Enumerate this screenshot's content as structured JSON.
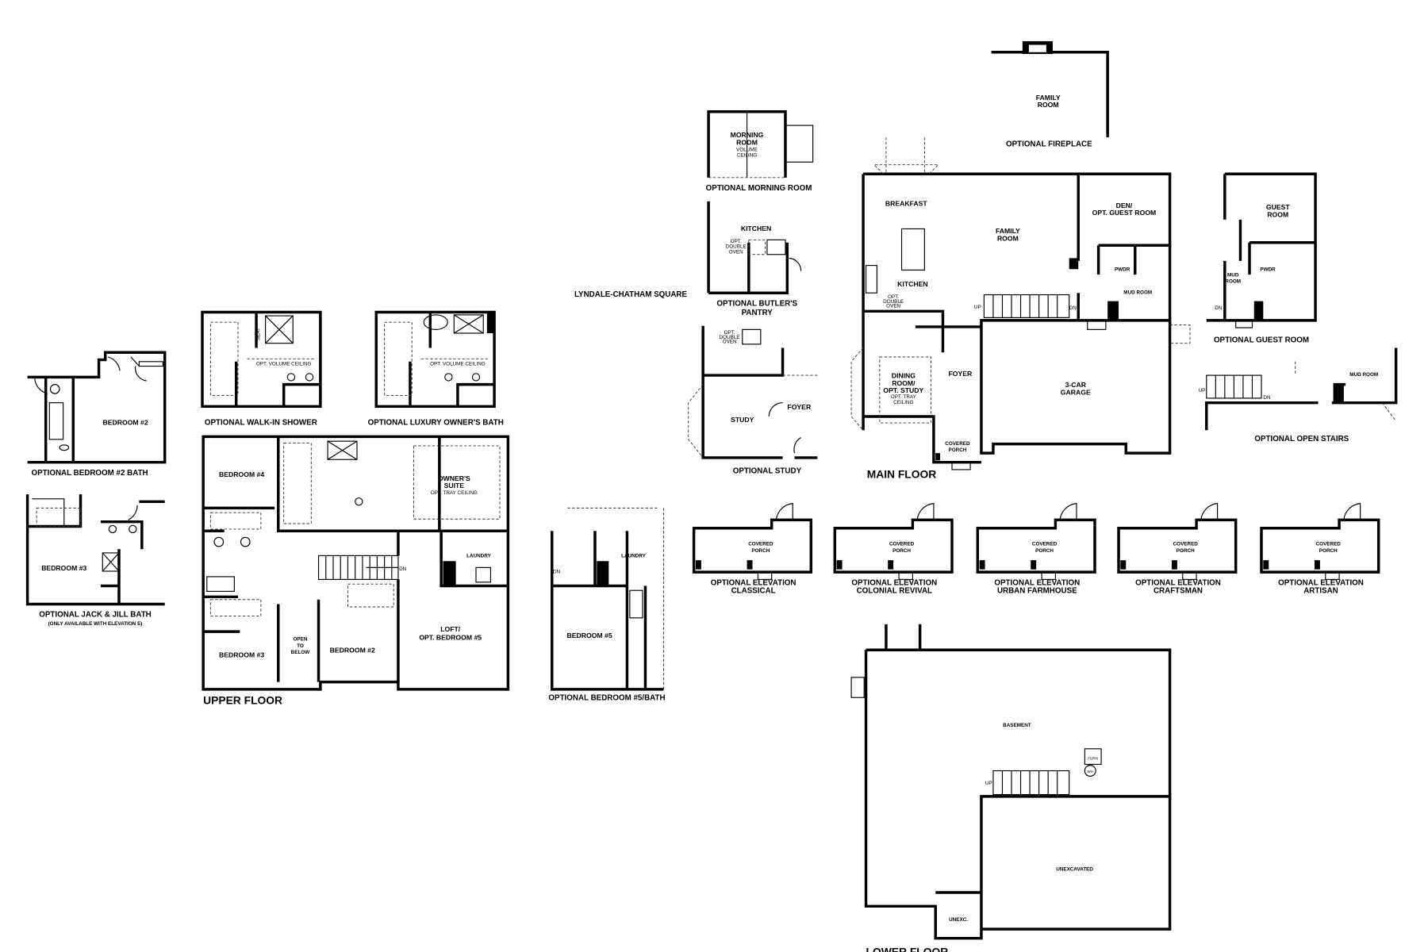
{
  "plan_title": "LYNDALE-CHATHAM SQUARE",
  "floors": {
    "main": "MAIN FLOOR",
    "upper": "UPPER FLOOR",
    "lower": "LOWER FLOOR"
  },
  "opt_bed2_bath": {
    "room": "BEDROOM #2",
    "caption": "OPTIONAL BEDROOM #2 BATH"
  },
  "opt_jack_jill": {
    "room": "BEDROOM #3",
    "caption": "OPTIONAL JACK & JILL BATH",
    "note": "(ONLY AVAILABLE WITH ELEVATION E)"
  },
  "opt_walkin_shower": {
    "seat": "SEAT",
    "ceiling": "OPT. VOLUME CEILING",
    "caption": "OPTIONAL WALK-IN SHOWER"
  },
  "opt_luxury_bath": {
    "ceiling": "OPT. VOLUME CEILING",
    "caption": "OPTIONAL LUXURY OWNER'S BATH"
  },
  "upper": {
    "bedroom4": "BEDROOM #4",
    "owners_suite": [
      "OWNER'S",
      "SUITE"
    ],
    "owners_ceiling": "OPT. TRAY CEILING",
    "laundry": "LAUNDRY",
    "dn": "DN",
    "loft": [
      "LOFT/",
      "OPT. BEDROOM #5"
    ],
    "bedroom2": "BEDROOM #2",
    "open_below": [
      "OPEN",
      "TO",
      "BELOW"
    ],
    "bedroom3": "BEDROOM #3"
  },
  "opt_bed5": {
    "laundry": "LAUNDRY",
    "room": "BEDROOM #5",
    "dn": "DN",
    "caption": "OPTIONAL BEDROOM #5/BATH"
  },
  "opt_morning": {
    "room": [
      "MORNING",
      "ROOM"
    ],
    "sub": [
      "VOLUME",
      "CEILING"
    ],
    "caption": "OPTIONAL MORNING ROOM"
  },
  "opt_butler": {
    "kitchen": "KITCHEN",
    "oven": [
      "OPT.",
      "DOUBLE",
      "OVEN"
    ],
    "caption": [
      "OPTIONAL BUTLER'S",
      "PANTRY"
    ]
  },
  "opt_study": {
    "oven": [
      "OPT.",
      "DOUBLE",
      "OVEN"
    ],
    "study": "STUDY",
    "foyer": "FOYER",
    "caption": "OPTIONAL STUDY"
  },
  "opt_fireplace": {
    "room": [
      "FAMILY",
      "ROOM"
    ],
    "caption": "OPTIONAL FIREPLACE"
  },
  "main": {
    "breakfast": "BREAKFAST",
    "family": [
      "FAMILY",
      "ROOM"
    ],
    "den": [
      "DEN/",
      "OPT. GUEST ROOM"
    ],
    "kitchen": "KITCHEN",
    "oven": [
      "OPT.",
      "DOUBLE",
      "OVEN"
    ],
    "pwdr": "PWDR",
    "mud": "MUD ROOM",
    "up": "UP",
    "dn": "DN",
    "dining": [
      "DINING",
      "ROOM/",
      "OPT. STUDY"
    ],
    "dining_sub": [
      "OPT. TRAY",
      "CEILING"
    ],
    "foyer": "FOYER",
    "garage": [
      "3-CAR",
      "GARAGE"
    ],
    "porch": [
      "COVERED",
      "PORCH"
    ]
  },
  "opt_guest": {
    "guest": [
      "GUEST",
      "ROOM"
    ],
    "mud": [
      "MUD",
      "ROOM"
    ],
    "pwdr": "PWDR",
    "dn": "DN",
    "caption": "OPTIONAL GUEST ROOM"
  },
  "opt_stairs": {
    "mud": "MUD ROOM",
    "up": "UP",
    "dn": "DN",
    "caption": "OPTIONAL OPEN STAIRS"
  },
  "elevations": [
    {
      "porch": [
        "COVERED",
        "PORCH"
      ],
      "caption": [
        "OPTIONAL ELEVATION",
        "CLASSICAL"
      ]
    },
    {
      "porch": [
        "COVERED",
        "PORCH"
      ],
      "caption": [
        "OPTIONAL ELEVATION",
        "COLONIAL REVIVAL"
      ]
    },
    {
      "porch": [
        "COVERED",
        "PORCH"
      ],
      "caption": [
        "OPTIONAL ELEVATION",
        "URBAN FARMHOUSE"
      ]
    },
    {
      "porch": [
        "COVERED",
        "PORCH"
      ],
      "caption": [
        "OPTIONAL ELEVATION",
        "CRAFTSMAN"
      ]
    },
    {
      "porch": [
        "COVERED",
        "PORCH"
      ],
      "caption": [
        "OPTIONAL ELEVATION",
        "ARTISAN"
      ]
    }
  ],
  "lower": {
    "basement": "BASEMENT",
    "unexcavated": "UNEXCAVATED",
    "unexc": "UNEXC.",
    "up": "UP",
    "furn": "FURN",
    "wh": "WH"
  }
}
